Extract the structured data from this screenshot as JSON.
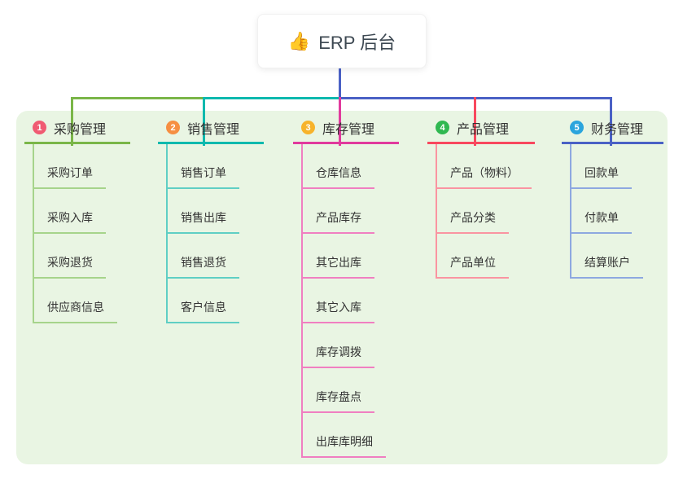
{
  "root": {
    "title": "ERP 后台",
    "icon": "thumbs-up",
    "emoji": "👍"
  },
  "colors": {
    "background": "#ffffff",
    "panel": "#e9f5e3",
    "root_stem": "#4a61c5",
    "card_text": "#3d4852"
  },
  "connectors": {
    "segment1_color": "#7ab648",
    "segment2_color": "#0cb9ae",
    "segment3_color": "#4a61c5"
  },
  "branches": [
    {
      "number": "1",
      "label": "采购管理",
      "line_color": "#7ab648",
      "child_line_color": "#a6d48b",
      "badge_color": "#f05b72",
      "children": [
        "采购订单",
        "采购入库",
        "采购退货",
        "供应商信息"
      ]
    },
    {
      "number": "2",
      "label": "销售管理",
      "line_color": "#0cb9ae",
      "child_line_color": "#5fcfc4",
      "badge_color": "#f68f42",
      "children": [
        "销售订单",
        "销售出库",
        "销售退货",
        "客户信息"
      ]
    },
    {
      "number": "3",
      "label": "库存管理",
      "line_color": "#e13a9d",
      "child_line_color": "#f07fc1",
      "badge_color": "#f7b32b",
      "children": [
        "仓库信息",
        "产品库存",
        "其它出库",
        "其它入库",
        "库存调拨",
        "库存盘点",
        "出库库明细"
      ]
    },
    {
      "number": "4",
      "label": "产品管理",
      "line_color": "#f8485e",
      "child_line_color": "#fa94a1",
      "badge_color": "#30b851",
      "children": [
        "产品（物料）",
        "产品分类",
        "产品单位"
      ]
    },
    {
      "number": "5",
      "label": "财务管理",
      "line_color": "#4a61c5",
      "child_line_color": "#8ea8e0",
      "badge_color": "#2ba5dd",
      "children": [
        "回款单",
        "付款单",
        "结算账户"
      ]
    }
  ]
}
